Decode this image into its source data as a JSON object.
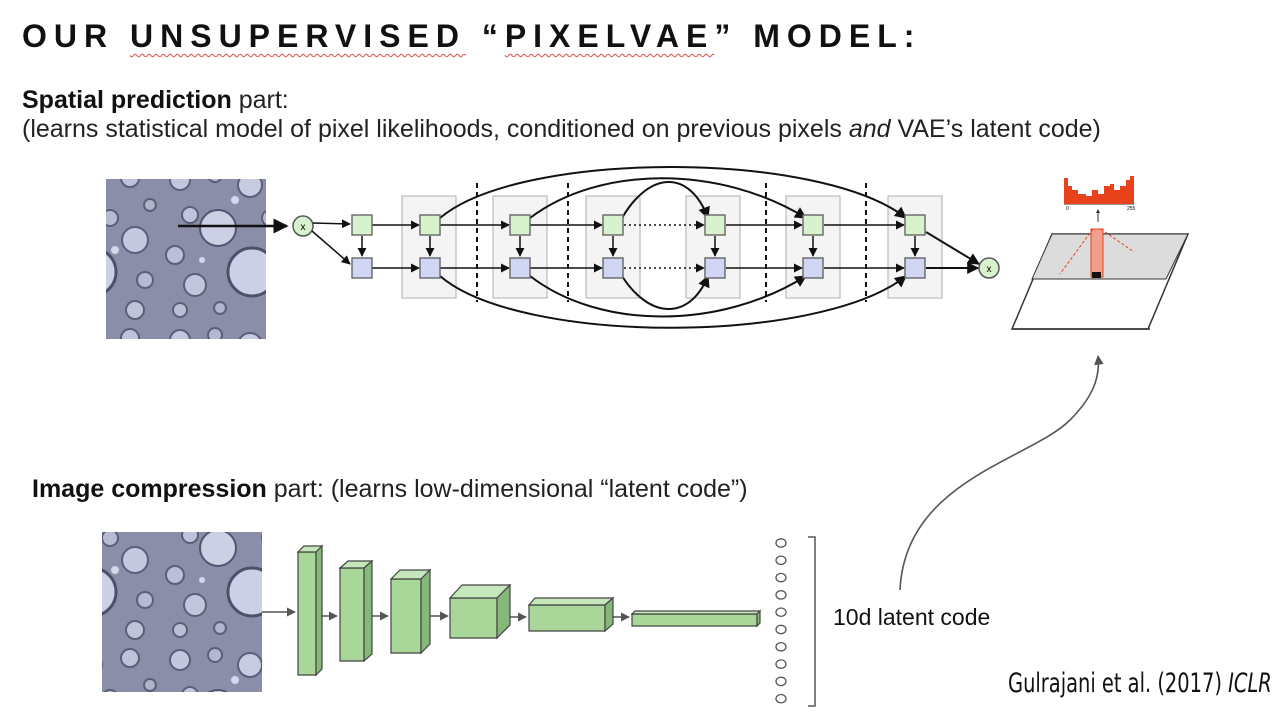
{
  "slide": {
    "title_prefix": "OUR ",
    "title_word1": "UNSUPERVISED",
    "title_mid": " “",
    "title_word2": "PIXELVAE",
    "title_suffix": "” MODEL:"
  },
  "spatial": {
    "heading": "Spatial prediction",
    "heading_rest": " part:",
    "desc_part1": "(learns statistical model of pixel likelihoods, conditioned on previous pixels ",
    "desc_italic": "and",
    "desc_part2": " VAE’s latent code)"
  },
  "compression": {
    "heading": "Image compression",
    "heading_rest": " part: (learns low-dimensional “latent code”)"
  },
  "diagram": {
    "merge_symbol": "x",
    "histogram": {
      "tick_min": "0",
      "tick_max": "255"
    },
    "latent_label": "10d latent code",
    "latent_units": 10
  },
  "colors": {
    "green_node": "#d7f2cc",
    "blue_node": "#d2d6f5",
    "layer_green": "#a9d79a",
    "hist_red": "#e8421c"
  },
  "citation": {
    "authors": "Gulrajani et al. (2017) ",
    "venue": "ICLR"
  }
}
